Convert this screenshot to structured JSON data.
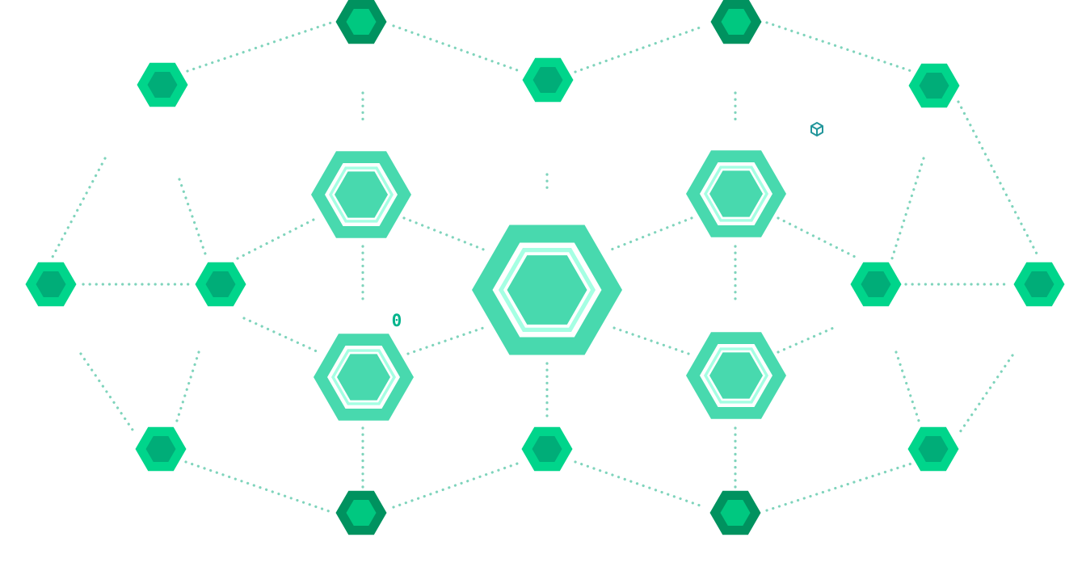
{
  "diagram": {
    "type": "hexagon-network",
    "colors": {
      "background": "#ffffff",
      "edge": "#7fd4bc",
      "node_outer": "#00d58b",
      "node_inner": "#00ad78",
      "node_dark_outer": "#00925f",
      "node_dark_inner": "#00c880",
      "hub_outer": "#48d9ae",
      "hub_ring_outer": "#ffffff",
      "hub_ring_mid": "#a5ffe3",
      "hub_ring_inner": "#ffffff",
      "hub_core": "#48d9ae",
      "glyph": "#00b48c",
      "cube_icon": "#23969b"
    },
    "icons": [
      "cube-icon",
      "zero-glyph"
    ],
    "node_count": 19,
    "hub_count": 5
  },
  "glyphs": {
    "zero": "0"
  }
}
